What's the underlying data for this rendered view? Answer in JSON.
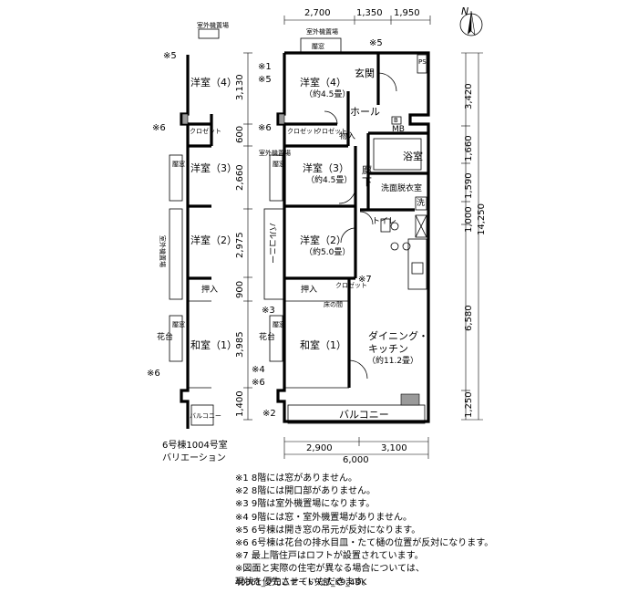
{
  "compass": {
    "label": "N"
  },
  "main": {
    "dims_top": [
      "2,700",
      "1,350",
      "1,950"
    ],
    "dims_bottom": [
      "2,900",
      "3,100",
      "6,000"
    ],
    "dims_left": [
      "3,130",
      "600",
      "2,660",
      "2,975",
      "900",
      "3,985",
      "1,400"
    ],
    "dims_right": [
      "3,420",
      "1,660",
      "1,590",
      "1,000",
      "14,250",
      "6,580",
      "1,250"
    ],
    "rooms": {
      "western4": "洋室（4）",
      "western4_size": "（約4.5畳）",
      "western3": "洋室（3）",
      "western3_size": "（約4.5畳）",
      "western2": "洋室（2）",
      "western2_size": "（約5.0畳）",
      "japanese1": "和室（1）",
      "dining_1": "ダイニング・",
      "dining_2": "キッチン",
      "dining_size": "（約11.2畳）",
      "entrance": "玄関",
      "hall": "ホール",
      "corridor_1": "廊",
      "corridor_2": "下",
      "bath": "浴室",
      "washroom": "洗面脱衣室",
      "wash": "洗",
      "toilet": "トイレ",
      "balcony_bottom": "バルコニー",
      "balcony_left": "バルコニー",
      "oshiire": "押入",
      "storage": "物入",
      "closet": "クロゼット",
      "tokonoma": "床の間",
      "flower_stand": "花台",
      "bay": "靨窓",
      "outdoor_unit": "室外機置場",
      "mb": "MB",
      "ps": "PS",
      "b": "B"
    },
    "marks": {
      "m1": "※1",
      "m5a": "※5",
      "m6": "※6",
      "m7": "※7",
      "m3": "※3",
      "m4": "※4",
      "m6b": "※6",
      "m2": "※2",
      "m5b": "※5"
    }
  },
  "variation": {
    "rooms": {
      "western4": "洋室（4）",
      "western3": "洋室（3）",
      "western2": "洋室（2）",
      "japanese1": "和室（1）",
      "oshiire": "押入",
      "balcony": "バルコニー",
      "closet": "クロゼット",
      "flower_stand": "花台",
      "bay": "靨窓",
      "outdoor_unit": "室外機置場"
    },
    "marks": {
      "m5": "※5",
      "m6a": "※6",
      "m6b": "※6"
    },
    "title_1": "6号棟1004号室",
    "title_2": "バリエーション"
  },
  "notes": [
    "※1  8階には窓がありません。",
    "※2  8階には開口部がありません。",
    "※3  9階は室外機置場になります。",
    "※4  9階には窓・室外機置場がありません。",
    "※5  6号棟は開き窓の吊元が反対になります。",
    "※6  6号棟は花台の排水目皿・たて樋の位置が反対になります。",
    "※7  最上階住戸はロフトが設置されています。",
    "※図面と実際の住宅が異なる場合については、",
    "    現状を優先させていただきます。"
  ],
  "caption": "40361_プロムナード矢部_K9_4DK"
}
